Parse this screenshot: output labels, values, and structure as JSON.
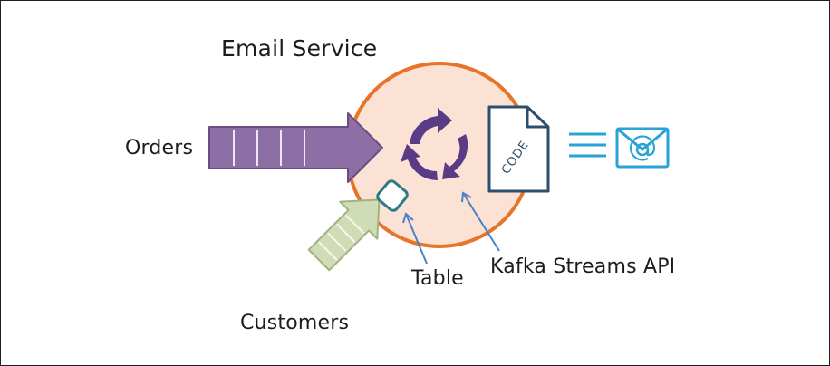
{
  "diagram": {
    "title": "Email Service",
    "labels": {
      "orders": "Orders",
      "customers": "Customers",
      "table": "Table",
      "kafka_api": "Kafka Streams API",
      "code": "CODE"
    },
    "colors": {
      "service_fill": "#fbe2d5",
      "service_stroke": "#e8742a",
      "orders_fill": "#8e6fa5",
      "orders_stroke": "#6b4c83",
      "customers_fill": "#cfdcb6",
      "customers_stroke": "#9fb381",
      "cycle": "#5a3c86",
      "code_stroke": "#2c4e6c",
      "table_stroke": "#2f7a85",
      "email_blue": "#2aa3d6",
      "pointer_blue": "#4a83c4"
    },
    "icons": {
      "cycle": "refresh-cycle-icon",
      "code": "code-file-icon",
      "table": "table-icon",
      "email": "email-at-icon"
    }
  }
}
